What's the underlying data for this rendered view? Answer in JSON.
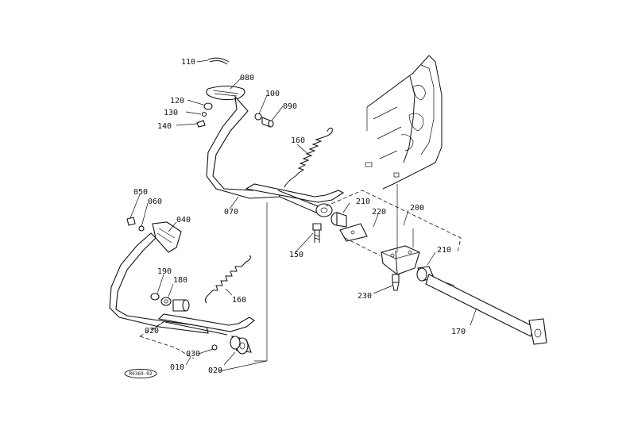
{
  "drawing_code": "R0369-02",
  "labels": {
    "p110": "110",
    "p080": "080",
    "p120": "120",
    "p130": "130",
    "p140": "140",
    "p100": "100",
    "p090": "090",
    "p160a": "160",
    "p070": "070",
    "p050": "050",
    "p060": "060",
    "p040": "040",
    "p210a": "210",
    "p220": "220",
    "p200": "200",
    "p150": "150",
    "p210b": "210",
    "p190": "190",
    "p180": "180",
    "p160b": "160",
    "p230": "230",
    "p170": "170",
    "p020a": "020",
    "p030": "030",
    "p010": "010",
    "p020b": "020"
  }
}
